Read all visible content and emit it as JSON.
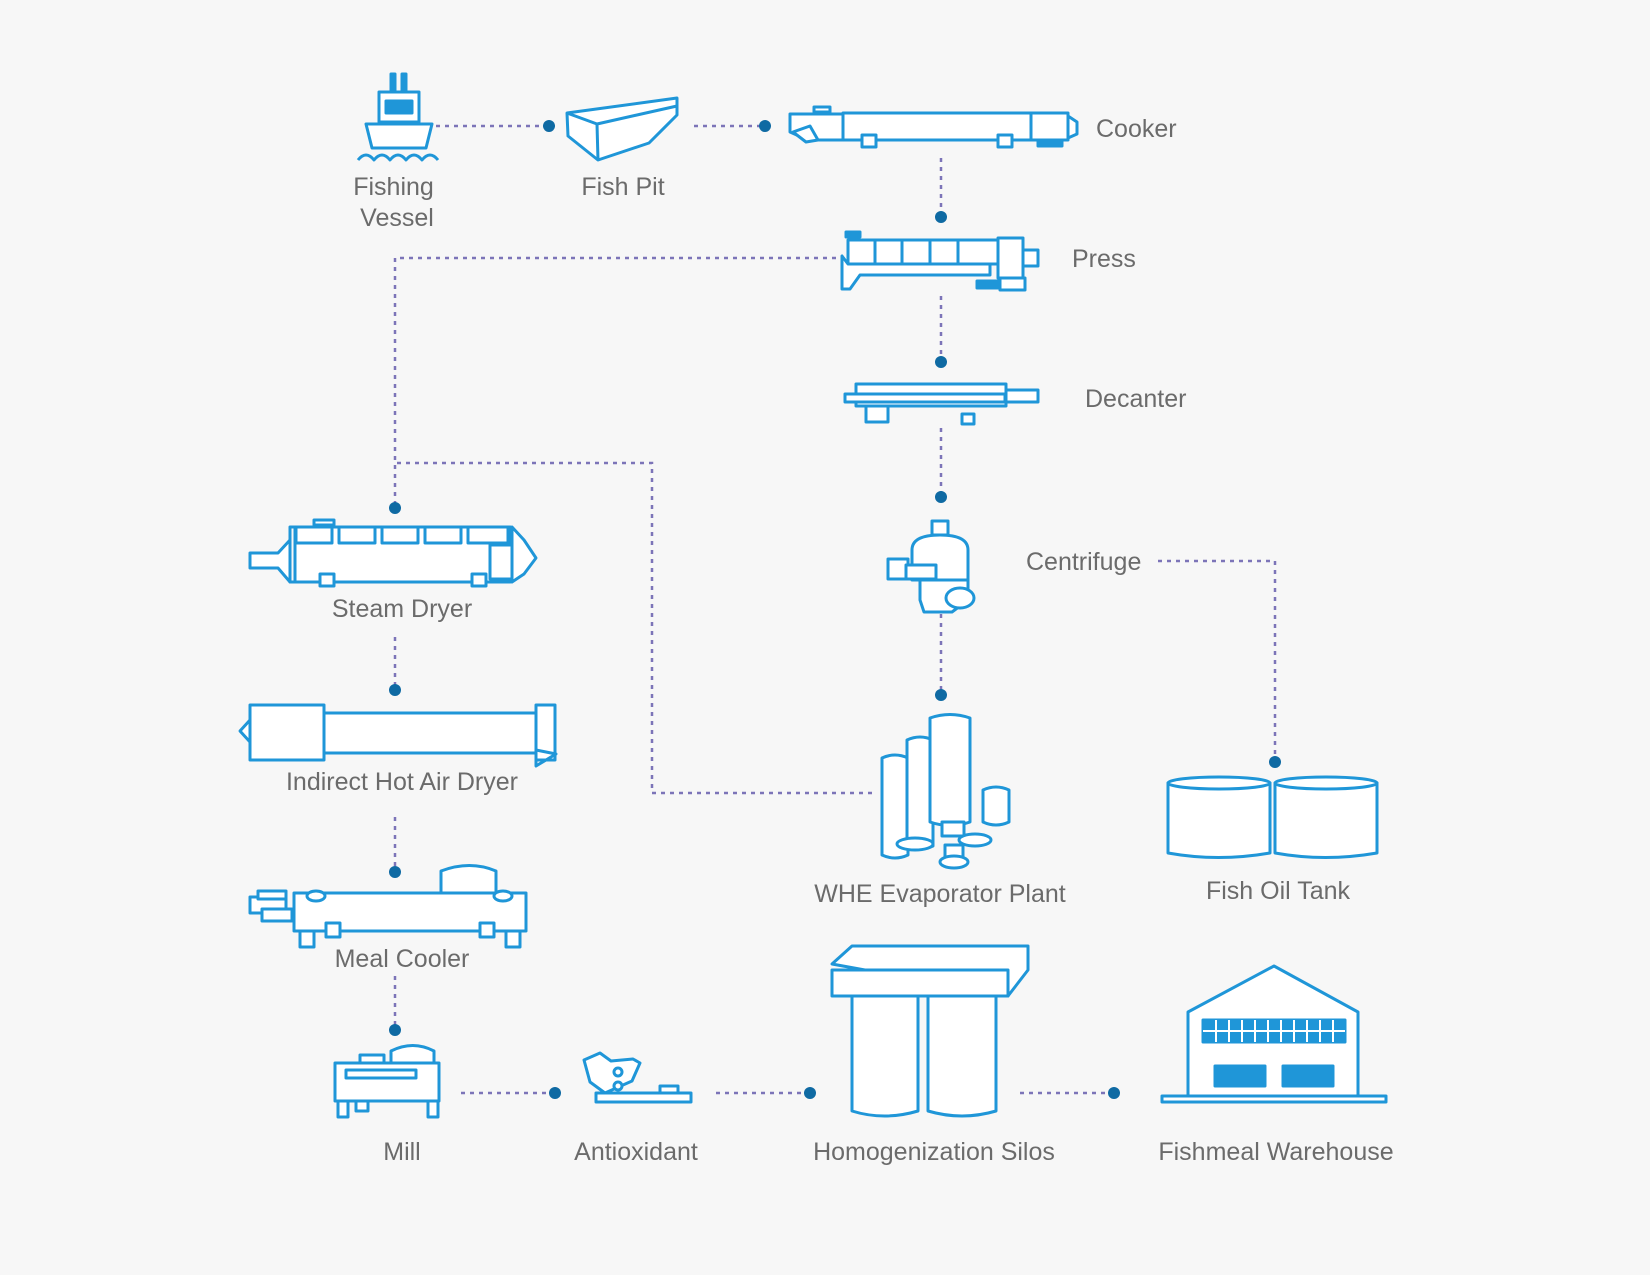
{
  "colors": {
    "background": "#f7f7f7",
    "equipment_stroke": "#1f96d8",
    "connector": "#7c74b8",
    "connector_dot": "#0f6aa3",
    "label": "#6b6b6b"
  },
  "nodes": {
    "fishing_vessel": {
      "label_line1": "Fishing",
      "label_line2": "Vessel",
      "icon": "ship-icon"
    },
    "fish_pit": {
      "label": "Fish Pit",
      "icon": "fish-pit-icon"
    },
    "cooker": {
      "label": "Cooker",
      "icon": "cooker-icon"
    },
    "press": {
      "label": "Press",
      "icon": "press-icon"
    },
    "decanter": {
      "label": "Decanter",
      "icon": "decanter-icon"
    },
    "centrifuge": {
      "label": "Centrifuge",
      "icon": "centrifuge-icon"
    },
    "whe_evaporator_plant": {
      "label": "WHE Evaporator Plant",
      "icon": "evaporator-icon"
    },
    "fish_oil_tank": {
      "label": "Fish Oil Tank",
      "icon": "tank-icon"
    },
    "steam_dryer": {
      "label": "Steam Dryer",
      "icon": "steam-dryer-icon"
    },
    "indirect_hot_air_dryer": {
      "label": "Indirect Hot Air Dryer",
      "icon": "hot-air-dryer-icon"
    },
    "meal_cooler": {
      "label": "Meal Cooler",
      "icon": "meal-cooler-icon"
    },
    "mill": {
      "label": "Mill",
      "icon": "mill-icon"
    },
    "antioxidant": {
      "label": "Antioxidant",
      "icon": "antioxidant-icon"
    },
    "homogenization_silos": {
      "label": "Homogenization Silos",
      "icon": "silo-icon"
    },
    "fishmeal_warehouse": {
      "label": "Fishmeal Warehouse",
      "icon": "warehouse-icon"
    }
  },
  "connections": [
    [
      "Fishing Vessel",
      "Fish Pit"
    ],
    [
      "Fish Pit",
      "Cooker"
    ],
    [
      "Cooker",
      "Press"
    ],
    [
      "Press",
      "Decanter"
    ],
    [
      "Press",
      "Steam Dryer"
    ],
    [
      "Decanter",
      "Centrifuge"
    ],
    [
      "Centrifuge",
      "WHE Evaporator Plant"
    ],
    [
      "Centrifuge",
      "Fish Oil Tank"
    ],
    [
      "WHE Evaporator Plant",
      "Steam Dryer"
    ],
    [
      "Steam Dryer",
      "Indirect Hot Air Dryer"
    ],
    [
      "Indirect Hot Air Dryer",
      "Meal Cooler"
    ],
    [
      "Meal Cooler",
      "Mill"
    ],
    [
      "Mill",
      "Antioxidant"
    ],
    [
      "Antioxidant",
      "Homogenization Silos"
    ],
    [
      "Homogenization Silos",
      "Fishmeal Warehouse"
    ]
  ]
}
